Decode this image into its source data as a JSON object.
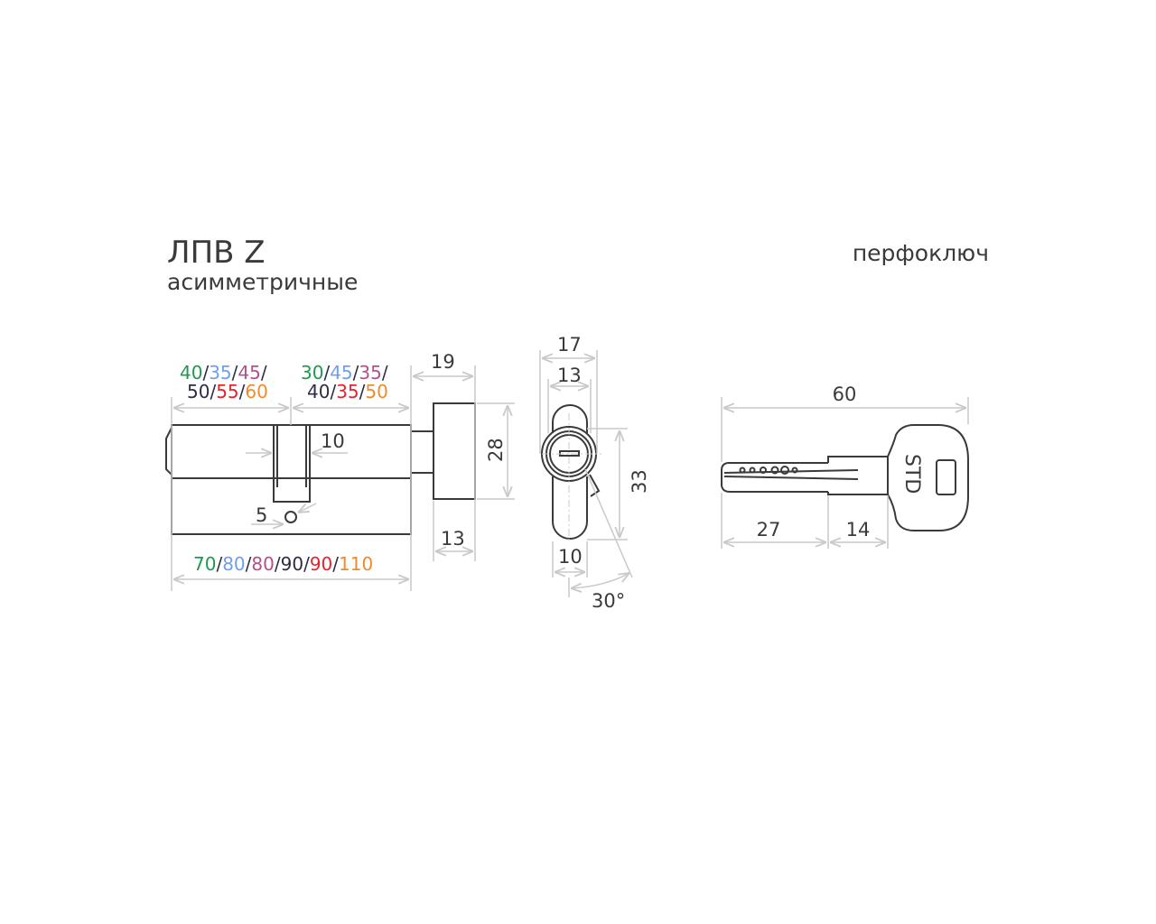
{
  "title": "ЛПВ Z",
  "subtitle": "асимметричные",
  "key_type": "перфоключ",
  "colors": {
    "green": "#1e9a50",
    "blue": "#6f9ef5",
    "purple": "#b4508c",
    "dark": "#2c2c48",
    "red": "#e8222c",
    "orange": "#f08a2c",
    "line": "#3a3a3a",
    "dim": "#c9c9c9"
  },
  "cylinder": {
    "left_sizes_row1": [
      "40",
      "35",
      "45"
    ],
    "left_sizes_row2": [
      "50",
      "55",
      "60"
    ],
    "right_sizes_row1": [
      "30",
      "45",
      "35"
    ],
    "right_sizes_row2": [
      "40",
      "35",
      "50"
    ],
    "total_sizes": [
      "70",
      "80",
      "80",
      "90",
      "90",
      "110"
    ],
    "separator": "/",
    "cam_width": "10",
    "screw_hole": "5",
    "knob_offset": "19",
    "knob_diameter": "28",
    "knob_width": "13"
  },
  "front_view": {
    "width_outer": "17",
    "width_inner": "13",
    "height": "33",
    "bottom_width": "10",
    "cam_angle": "30°"
  },
  "key": {
    "length": "60",
    "blade": "27",
    "shoulder": "14",
    "brand": "STD"
  }
}
